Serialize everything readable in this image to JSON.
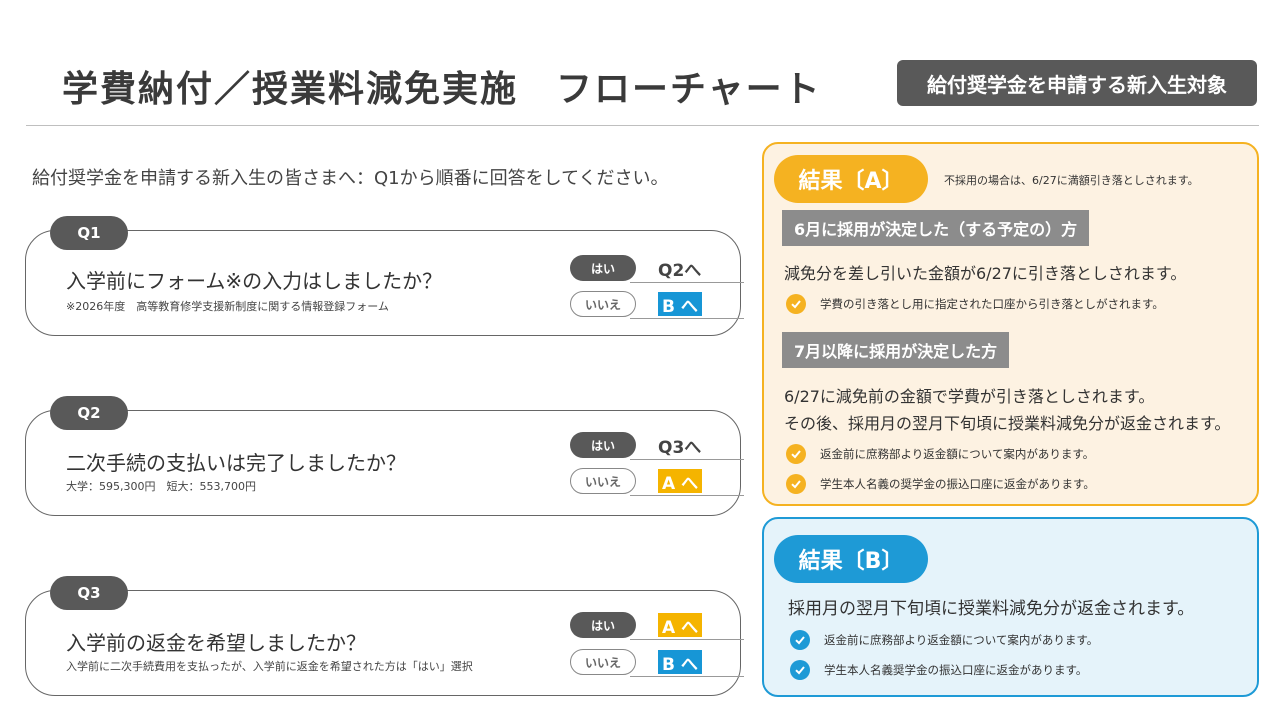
{
  "header": {
    "title": "学費納付／授業料減免実施　フローチャート",
    "target_badge": "給付奨学金を申請する新入生対象"
  },
  "intro": "給付奨学金を申請する新入生の皆さまへ：Q1から順番に回答をしてください。",
  "questions": [
    {
      "tag": "Q1",
      "text": "入学前にフォーム※の入力はしましたか？",
      "note": "※2026年度　高等教育修学支援新制度に関する情報登録フォーム",
      "yes_label": "はい",
      "yes_dest": "Q2へ",
      "no_label": "いいえ",
      "no_dest": "B へ"
    },
    {
      "tag": "Q2",
      "text": "二次手続の支払いは完了しましたか？",
      "note": "大学：595,300円　短大：553,700円",
      "yes_label": "はい",
      "yes_dest": "Q3へ",
      "no_label": "いいえ",
      "no_dest": "A へ"
    },
    {
      "tag": "Q3",
      "text": "入学前の返金を希望しましたか？",
      "note": "入学前に二次手続費用を支払ったが、入学前に返金を希望された方は「はい」選択",
      "yes_label": "はい",
      "yes_dest": "A へ",
      "no_label": "いいえ",
      "no_dest": "B へ"
    }
  ],
  "result_a": {
    "tag": "結果〔A〕",
    "note": "不採用の場合は、6/27に満額引き落としされます。",
    "section1": {
      "heading": "6月に採用が決定した（する予定の）方",
      "text": "減免分を差し引いた金額が6/27に引き落としされます。",
      "bullets": [
        "学費の引き落とし用に指定された口座から引き落としがされます。"
      ]
    },
    "section2": {
      "heading": "7月以降に採用が決定した方",
      "text1": "6/27に減免前の金額で学費が引き落としされます。",
      "text2": "その後、採用月の翌月下旬頃に授業料減免分が返金されます。",
      "bullets": [
        "返金前に庶務部より返金額について案内があります。",
        "学生本人名義の奨学金の振込口座に返金があります。"
      ]
    }
  },
  "result_b": {
    "tag": "結果〔B〕",
    "text": "採用月の翌月下旬頃に授業料減免分が返金されます。",
    "bullets": [
      "返金前に庶務部より返金額について案内があります。",
      "学生本人名義奨学金の振込口座に返金があります。"
    ]
  },
  "colors": {
    "dark_gray": "#595959",
    "result_a_accent": "#f5b221",
    "result_a_bg": "#fdf2e2",
    "result_b_accent": "#1e9ad6",
    "result_b_bg": "#e5f3fa",
    "dest_a_box": "#f5b400",
    "dest_b_box": "#1796d6"
  },
  "icons": [
    "check-circle-icon"
  ]
}
